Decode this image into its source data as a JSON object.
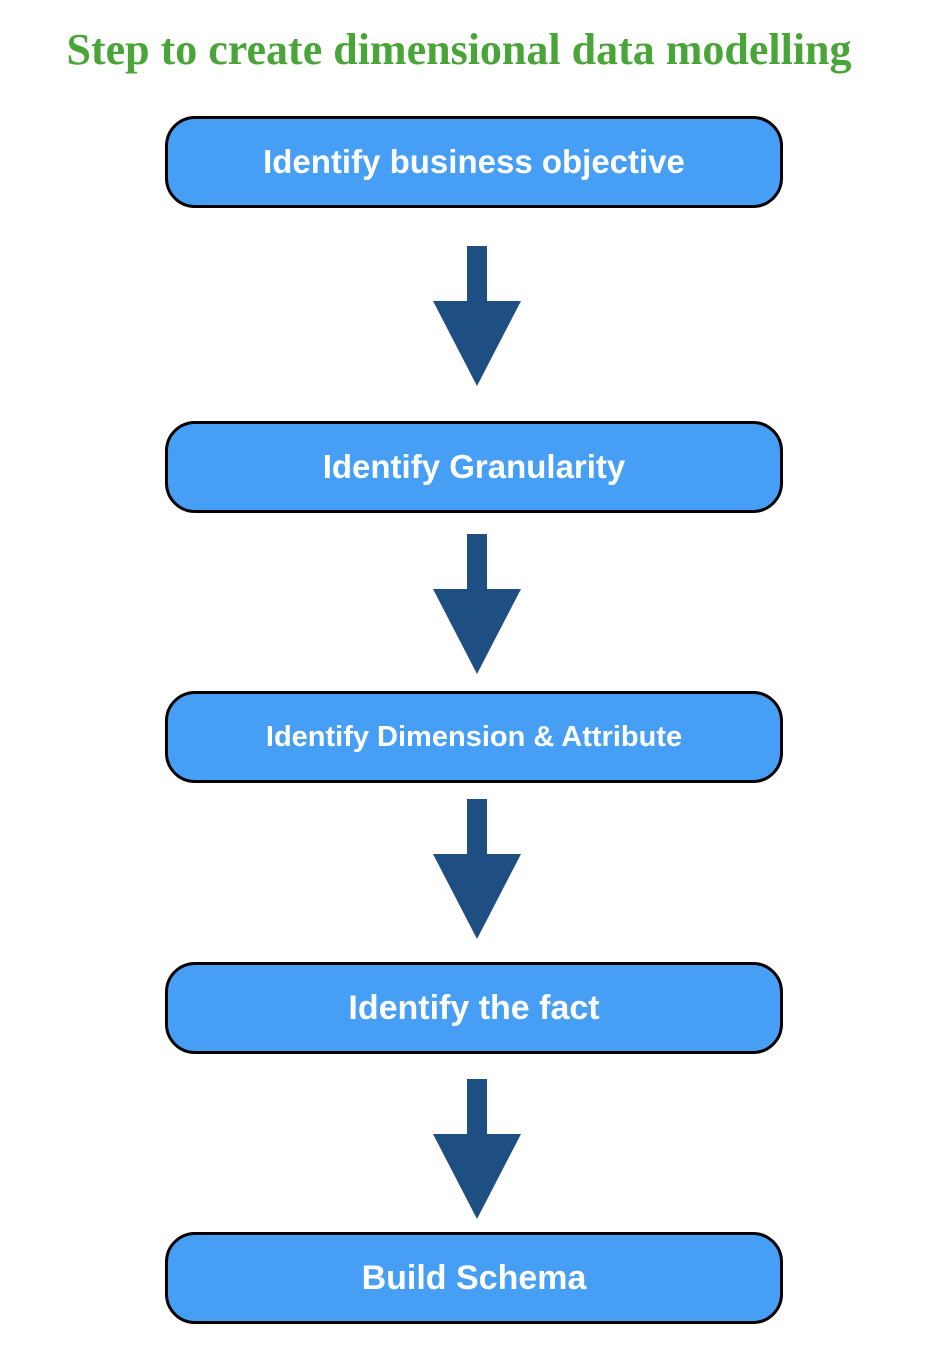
{
  "title": "Step to create dimensional data modelling",
  "colors": {
    "title": "#4aa538",
    "box_fill": "#469ef5",
    "box_border": "#000000",
    "box_text": "#ffffff",
    "arrow": "#1f4e82"
  },
  "steps": [
    {
      "label": "Identify business objective"
    },
    {
      "label": "Identify Granularity"
    },
    {
      "label": "Identify Dimension & Attribute"
    },
    {
      "label": "Identify the fact"
    },
    {
      "label": "Build Schema"
    }
  ]
}
